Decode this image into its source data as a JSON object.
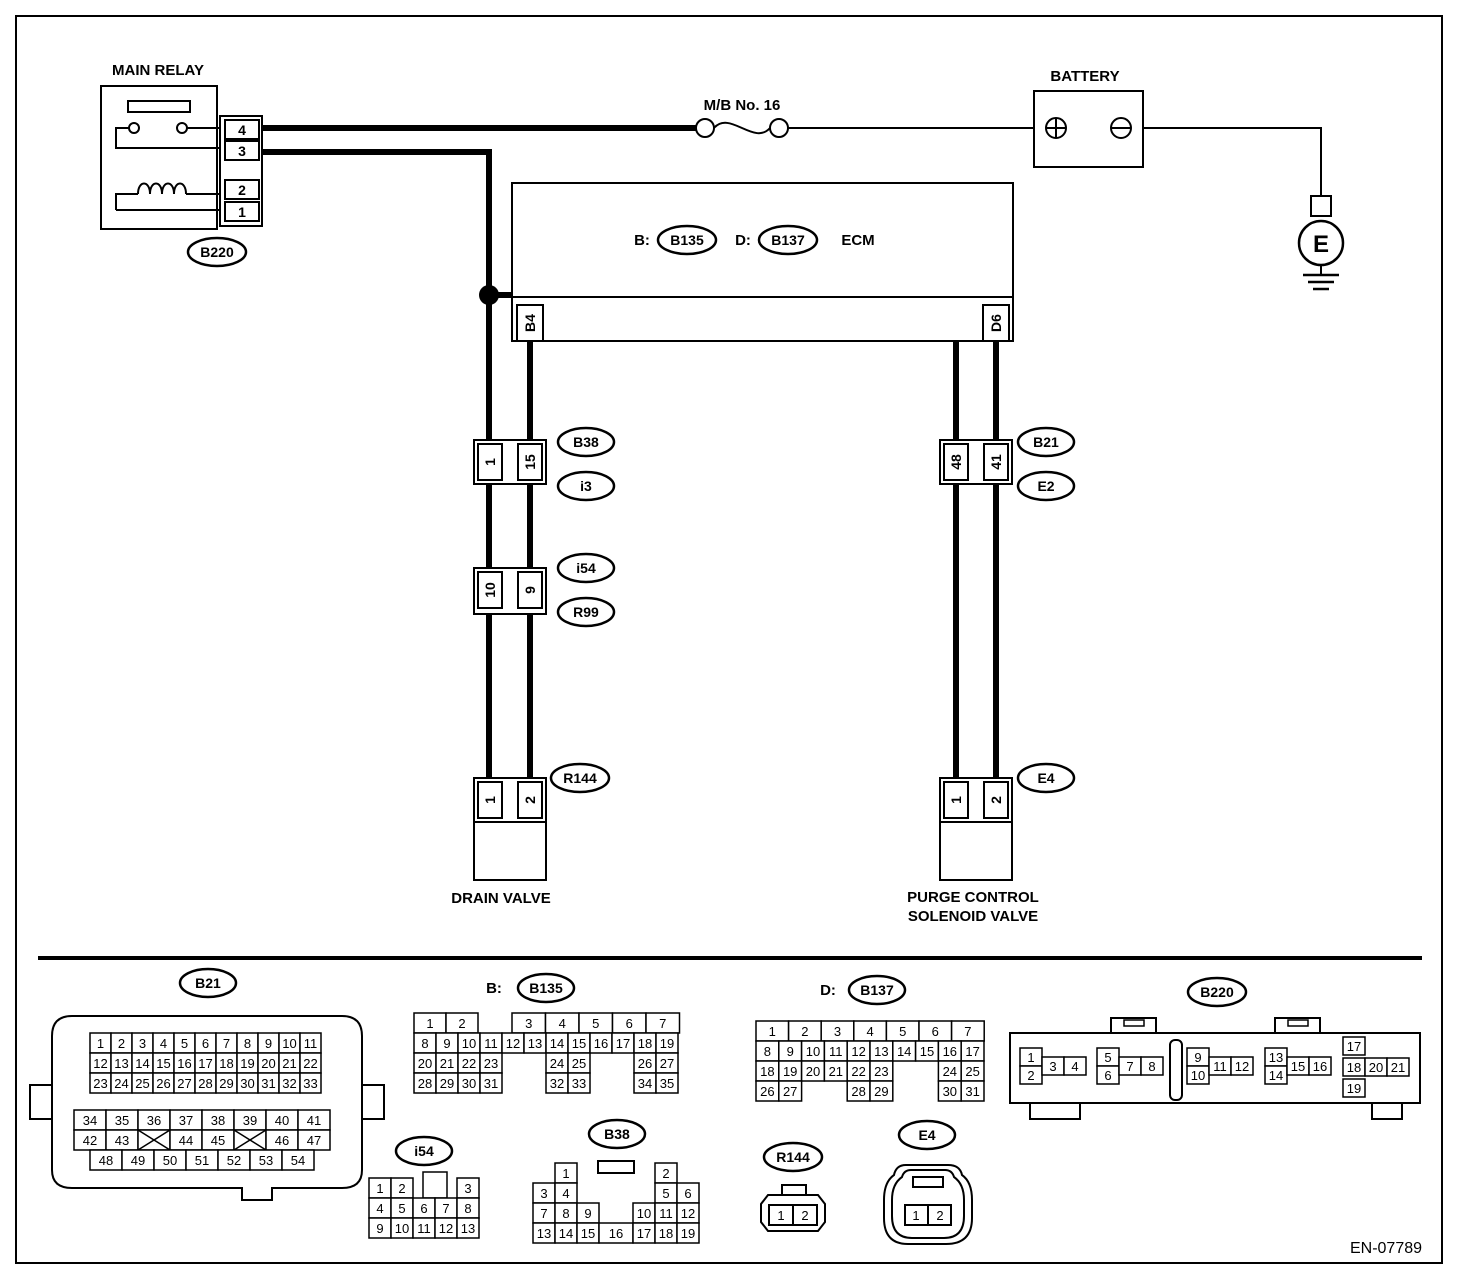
{
  "doc_id": "EN-07789",
  "components": {
    "main_relay": "MAIN RELAY",
    "battery": "BATTERY",
    "fuse": "M/B No. 16",
    "ecm": "ECM",
    "ecm_prefix_b": "B:",
    "ecm_prefix_d": "D:",
    "drain_valve": "DRAIN VALVE",
    "purge_valve_line1": "PURGE CONTROL",
    "purge_valve_line2": "SOLENOID VALVE",
    "ground_symbol": "E"
  },
  "connectors": {
    "B220": "B220",
    "B135": "B135",
    "B137": "B137",
    "B38": "B38",
    "i3": "i3",
    "i54": "i54",
    "R99": "R99",
    "B21": "B21",
    "E2": "E2",
    "R144": "R144",
    "E4": "E4"
  },
  "pins": {
    "relay": [
      "4",
      "3",
      "2",
      "1"
    ],
    "ecm_b4": "B4",
    "ecm_d6": "D6",
    "b38_left": "1",
    "b38_right": "15",
    "i54_left": "10",
    "i54_right": "9",
    "b21_left": "48",
    "b21_right": "41",
    "r144_left": "1",
    "r144_right": "2",
    "e4_left": "1",
    "e4_right": "2"
  },
  "legend": {
    "b_prefix": "B:",
    "d_prefix": "D:",
    "b21_top": [
      "1",
      "2",
      "3",
      "4",
      "5",
      "6",
      "7",
      "8",
      "9",
      "10",
      "11",
      "12",
      "13",
      "14",
      "15",
      "16",
      "17",
      "18",
      "19",
      "20",
      "21",
      "22",
      "23",
      "24",
      "25",
      "26",
      "27",
      "28",
      "29",
      "30",
      "31",
      "32",
      "33"
    ],
    "b21_bottom_r1": [
      "34",
      "35",
      "36",
      "37",
      "38",
      "39",
      "40",
      "41"
    ],
    "b21_bottom_r2": [
      "42",
      "43",
      "",
      "44",
      "45",
      "",
      "46",
      "47"
    ],
    "b21_bottom_r3": [
      "48",
      "49",
      "50",
      "51",
      "52",
      "53",
      "54"
    ],
    "b135_rows": [
      [
        "1",
        "2",
        "",
        "",
        "",
        "3",
        "4",
        "5",
        "6",
        "7"
      ],
      [
        "8",
        "9",
        "10",
        "11",
        "12",
        "13",
        "14",
        "15",
        "16",
        "17",
        "18",
        "19"
      ],
      [
        "20",
        "21",
        "22",
        "23",
        "",
        "",
        "24",
        "25",
        "",
        "",
        "26",
        "27"
      ],
      [
        "28",
        "29",
        "30",
        "31",
        "",
        "",
        "32",
        "33",
        "",
        "",
        "34",
        "35"
      ]
    ],
    "b137_rows": [
      [
        "1",
        "2",
        "3",
        "4",
        "5",
        "6",
        "7"
      ],
      [
        "8",
        "9",
        "10",
        "11",
        "12",
        "13",
        "14",
        "15",
        "16",
        "17"
      ],
      [
        "18",
        "19",
        "20",
        "21",
        "22",
        "23",
        "",
        "",
        "24",
        "25"
      ],
      [
        "26",
        "27",
        "",
        "",
        "28",
        "29",
        "",
        "",
        "30",
        "31"
      ]
    ],
    "i54_rows": [
      [
        "1",
        "2",
        "",
        "3"
      ],
      [
        "4",
        "5",
        "6",
        "7",
        "8"
      ],
      [
        "9",
        "10",
        "11",
        "12",
        "13"
      ]
    ],
    "b38_rows": [
      [
        "1",
        "2"
      ],
      [
        "3",
        "4",
        "5",
        "6"
      ],
      [
        "7",
        "8",
        "9",
        "10",
        "11",
        "12"
      ],
      [
        "13",
        "14",
        "15",
        "16",
        "17",
        "18",
        "19"
      ]
    ],
    "r144_pins": [
      "1",
      "2"
    ],
    "e4_pins": [
      "1",
      "2"
    ],
    "b220_groups": [
      [
        "1",
        "2",
        "3",
        "4"
      ],
      [
        "5",
        "6",
        "7",
        "8"
      ],
      [
        "9",
        "10",
        "11",
        "12"
      ],
      [
        "13",
        "14",
        "15",
        "16"
      ],
      [
        "17",
        "18",
        "19",
        "20",
        "21"
      ]
    ]
  }
}
